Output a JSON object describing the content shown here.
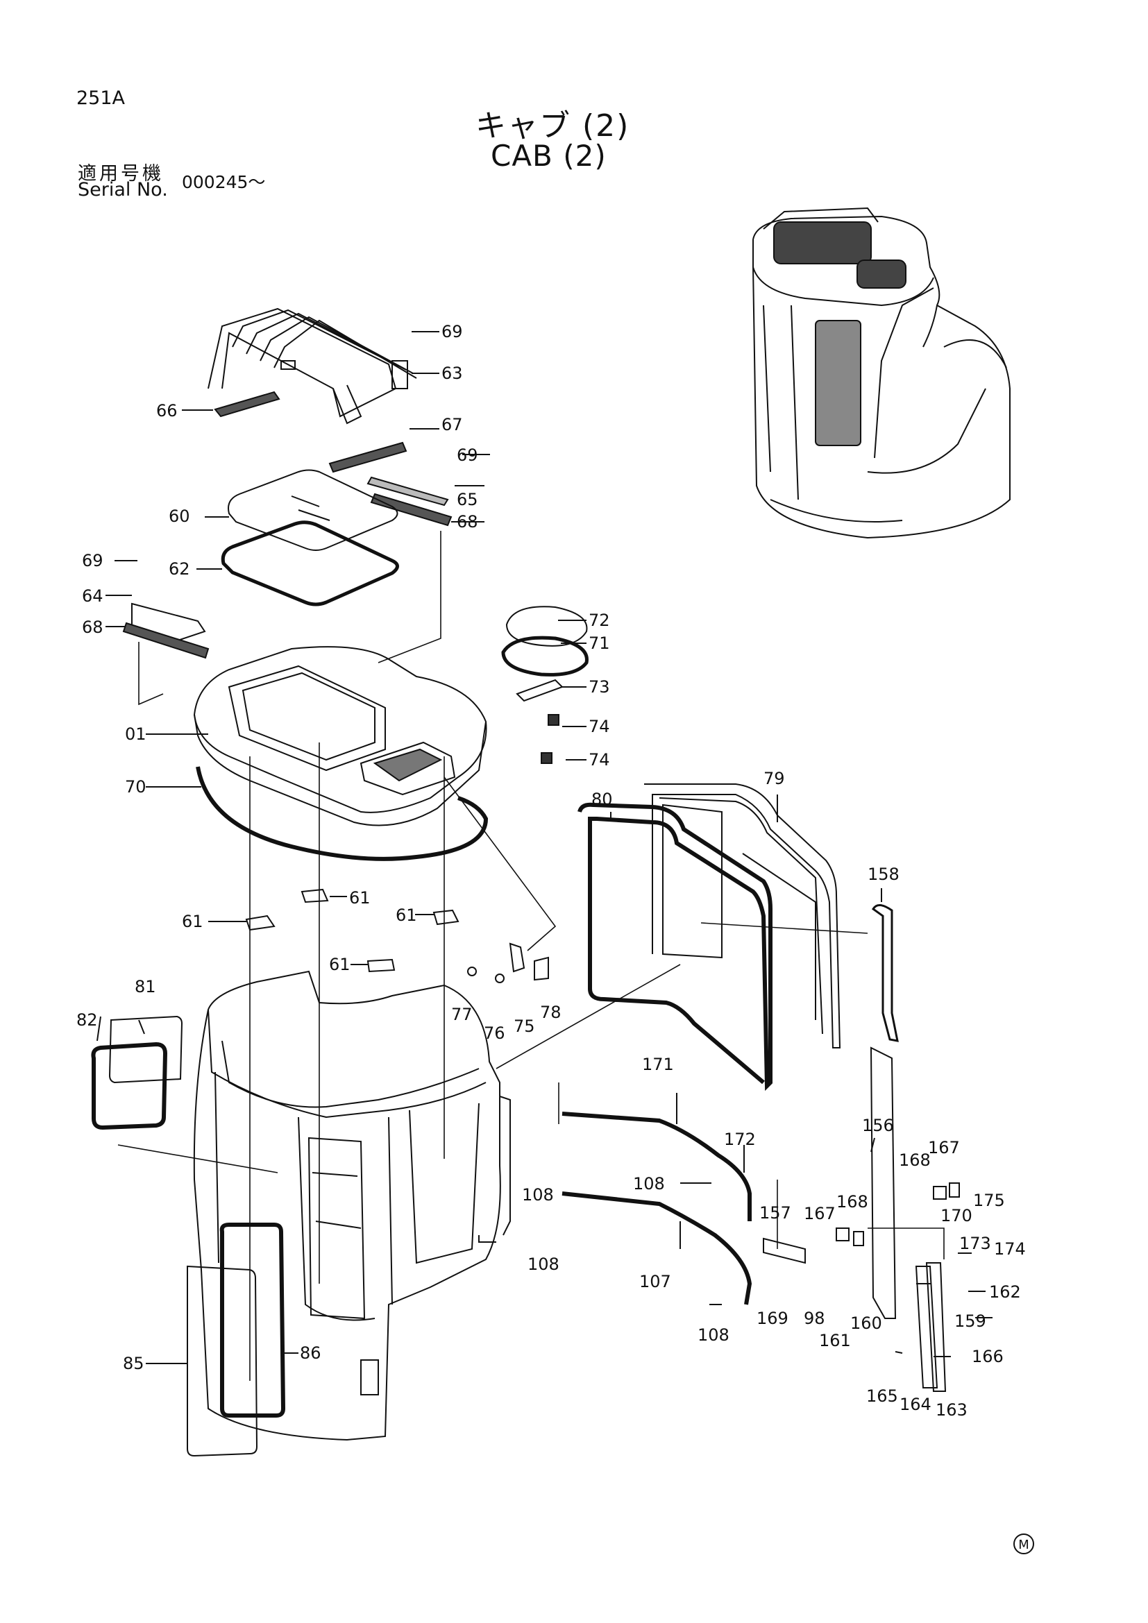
{
  "header": {
    "page_code": "251A",
    "title_jp": "キャブ (2)",
    "title_en": "CAB (2)",
    "serial_label_jp": "適用号機",
    "serial_label_en": "Serial No.",
    "serial_value": "000245～",
    "footer_mark": "M"
  },
  "callouts": {
    "c69a": "69",
    "c63": "63",
    "c66": "66",
    "c67": "67",
    "c69b": "69",
    "c65": "65",
    "c60": "60",
    "c68a": "68",
    "c69c": "69",
    "c62": "62",
    "c64": "64",
    "c68b": "68",
    "c72": "72",
    "c71": "71",
    "c73": "73",
    "c74a": "74",
    "c74b": "74",
    "c01": "01",
    "c70": "70",
    "c79": "79",
    "c80": "80",
    "c158": "158",
    "c61a": "61",
    "c61b": "61",
    "c61c": "61",
    "c61d": "61",
    "c77": "77",
    "c76": "76",
    "c75": "75",
    "c78": "78",
    "c81": "81",
    "c82": "82",
    "c171": "171",
    "c172": "172",
    "c156": "156",
    "c167a": "167",
    "c168a": "168",
    "c175": "175",
    "c170": "170",
    "c108a": "108",
    "c108b": "108",
    "c108c": "108",
    "c108d": "108",
    "c157": "157",
    "c167b": "167",
    "c168b": "168",
    "c173": "173",
    "c174": "174",
    "c162": "162",
    "c107": "107",
    "c169": "169",
    "c98": "98",
    "c161": "161",
    "c160": "160",
    "c159": "159",
    "c166": "166",
    "c165": "165",
    "c164": "164",
    "c163": "163",
    "c85": "85",
    "c86": "86"
  }
}
